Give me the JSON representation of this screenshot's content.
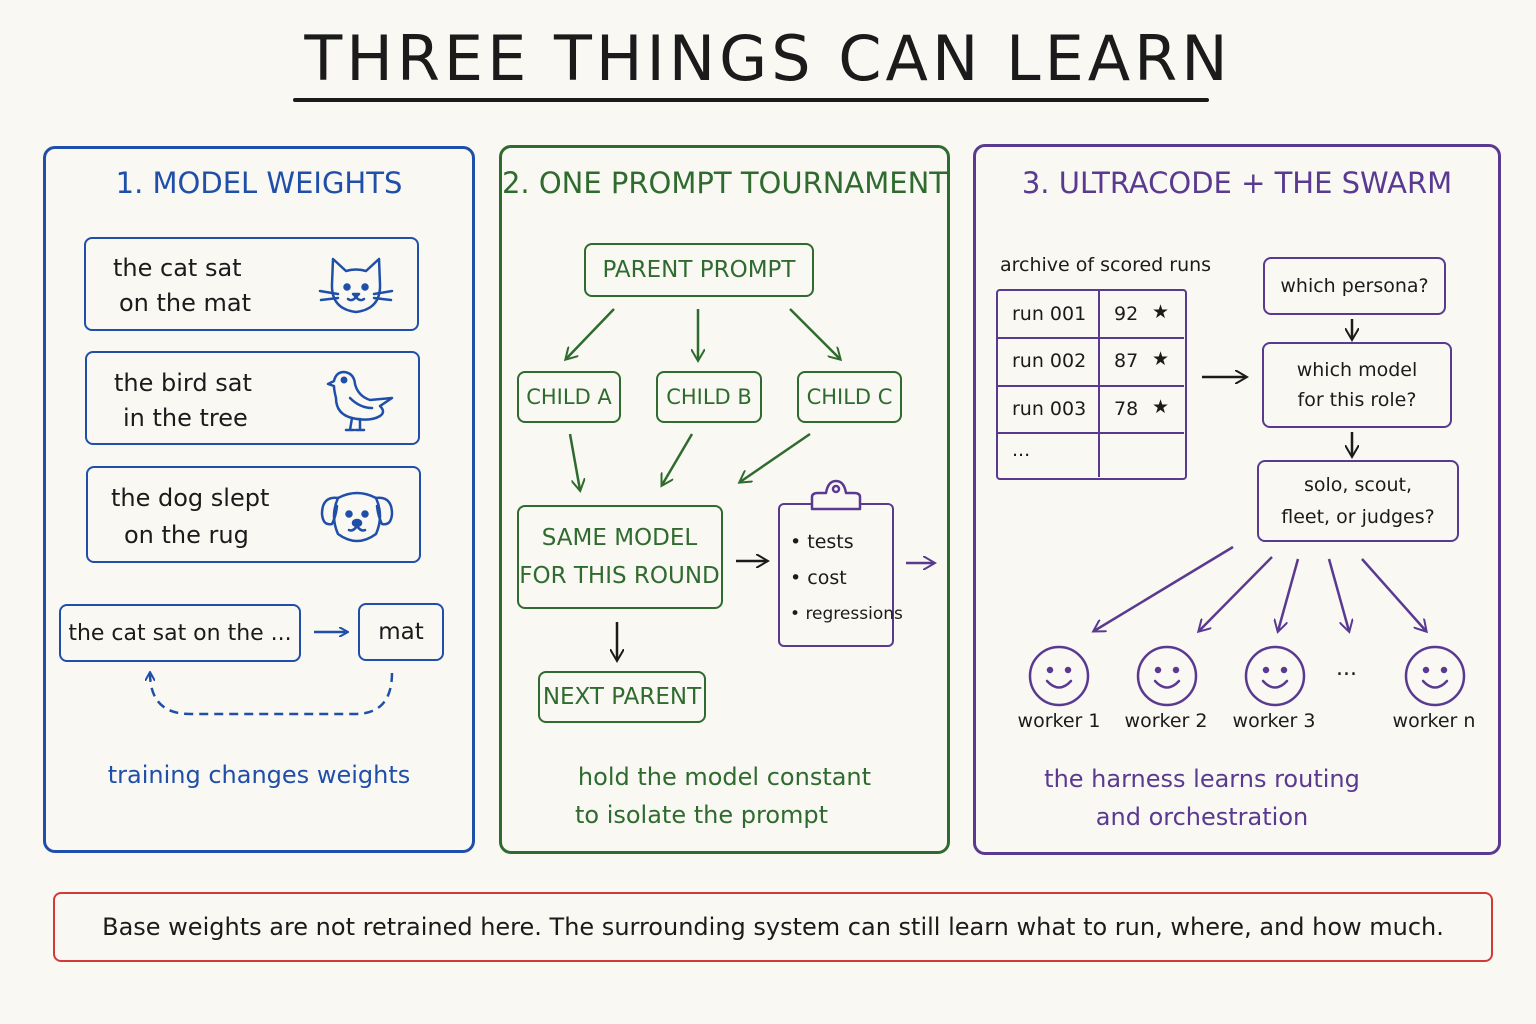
{
  "title": "THREE THINGS CAN LEARN",
  "panel1": {
    "title": "1. MODEL WEIGHTS",
    "examples": [
      {
        "line1": "the cat sat",
        "line2": "on the mat",
        "icon": "cat-icon"
      },
      {
        "line1": "the bird sat",
        "line2": "in the tree",
        "icon": "bird-icon"
      },
      {
        "line1": "the dog slept",
        "line2": "on the rug",
        "icon": "dog-icon"
      }
    ],
    "input_text": "the cat sat on the ...",
    "output_text": "mat",
    "caption": "training changes weights",
    "color": "#1f4fa8"
  },
  "panel2": {
    "title": "2. ONE PROMPT TOURNAMENT",
    "parent": "PARENT PROMPT",
    "children": [
      "CHILD A",
      "CHILD B",
      "CHILD C"
    ],
    "model_line1": "SAME MODEL",
    "model_line2": "FOR THIS ROUND",
    "checklist": [
      "tests",
      "cost",
      "regressions"
    ],
    "next": "NEXT PARENT",
    "caption_line1": "hold the model constant",
    "caption_line2": "to isolate the prompt",
    "color": "#2f6b2e"
  },
  "panel3": {
    "title": "3. ULTRACODE + THE SWARM",
    "archive_label": "archive of scored runs",
    "runs": [
      {
        "run": "run 001",
        "score": "92",
        "star": "★"
      },
      {
        "run": "run 002",
        "score": "87",
        "star": "★"
      },
      {
        "run": "run 003",
        "score": "78",
        "star": "★"
      },
      {
        "run": "...",
        "score": "",
        "star": ""
      }
    ],
    "questions": [
      "which persona?",
      "which model for this role?",
      "solo, scout, fleet, or judges?"
    ],
    "workers": [
      "worker 1",
      "worker 2",
      "worker 3",
      "worker n"
    ],
    "ellipsis": "...",
    "caption_line1": "the harness learns routing",
    "caption_line2": "and orchestration",
    "color": "#5a3a91"
  },
  "footer": "Base weights are not retrained here. The surrounding system can still learn what to run, where, and how much.",
  "footer_color": "#d23a3a"
}
